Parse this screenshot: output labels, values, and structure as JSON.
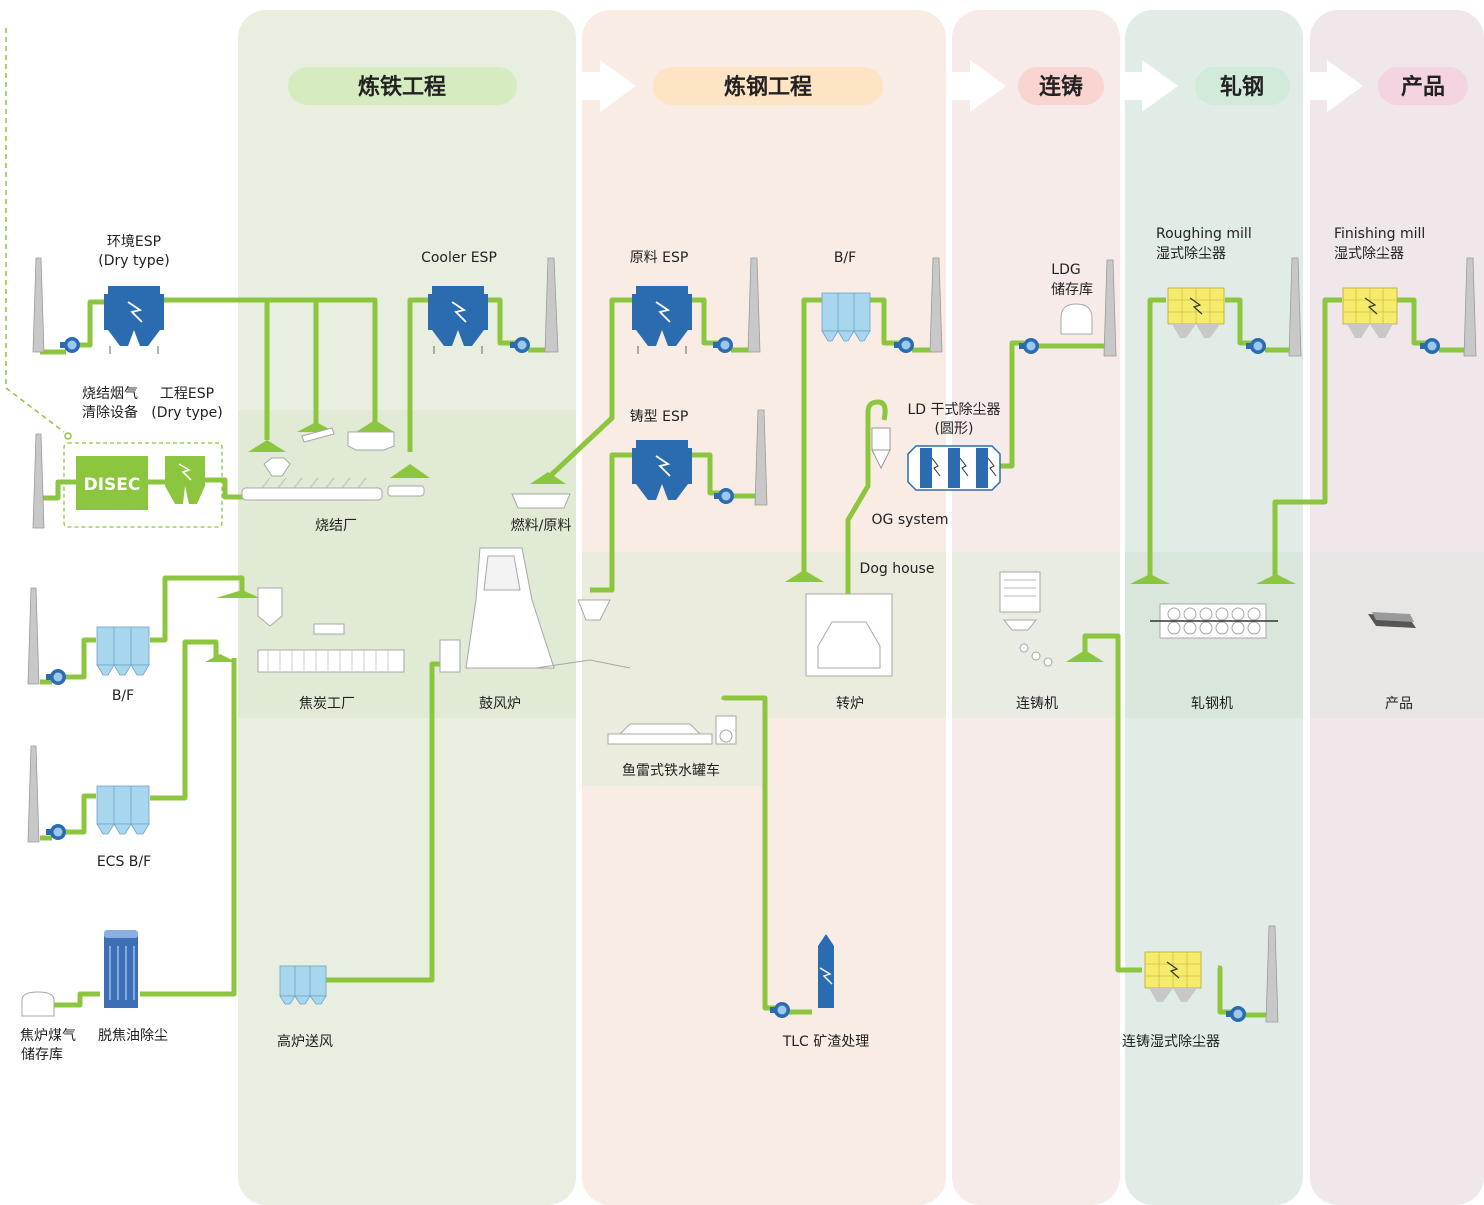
{
  "colors": {
    "pipe": "#8cc63f",
    "esp_blue": "#2b6cb0",
    "bf_blue": "#a9d6ef",
    "wet_yellow": "#f6ec6c",
    "disec_green": "#8cc63f",
    "stack_grey": "#c8c8c8",
    "band_ironmaking": "#e8efe0",
    "band_steelmaking": "#f8ece4",
    "band_casting": "#f6ebe8",
    "band_rolling": "#e2ece6",
    "band_product": "#f0e7ea"
  },
  "stages": [
    {
      "id": "ironmaking",
      "label": "炼铁工程",
      "pill": "#d6ecc0"
    },
    {
      "id": "steelmaking",
      "label": "炼钢工程",
      "pill": "#fde4c4"
    },
    {
      "id": "casting",
      "label": "连铸",
      "pill": "#f9d4d0"
    },
    {
      "id": "rolling",
      "label": "轧钢",
      "pill": "#d2eada"
    },
    {
      "id": "product",
      "label": "产品",
      "pill": "#f4d4e0"
    }
  ],
  "equipment": {
    "env_esp": {
      "line1": "环境ESP",
      "line2": "(Dry type)"
    },
    "cooler_esp": "Cooler ESP",
    "sinter_clean": {
      "line1": "烧结烟气",
      "line2": "清除设备"
    },
    "process_esp": {
      "line1": "工程ESP",
      "line2": "(Dry type)"
    },
    "disec": "DISEC",
    "sinter_plant": "烧结厂",
    "raw_esp": "原料 ESP",
    "fuel_raw": "燃料/原料",
    "casting_esp": "铸型 ESP",
    "bf_top": "B/F",
    "ld_dry": {
      "line1": "LD 干式除尘器",
      "line2": "(圆形)"
    },
    "og_system": "OG system",
    "dog_house": "Dog house",
    "ldg": {
      "line1": "LDG",
      "line2": "储存库"
    },
    "roughing": {
      "line1": "Roughing mill",
      "line2": "湿式除尘器"
    },
    "finishing": {
      "line1": "Finishing mill",
      "line2": "湿式除尘器"
    },
    "bf_left": "B/F",
    "coke_plant": "焦炭工厂",
    "blast_furnace": "鼓风炉",
    "converter": "转炉",
    "caster": "连铸机",
    "rolling_mill": "轧钢机",
    "product": "产品",
    "torpedo": "鱼雷式铁水罐车",
    "ecs_bf": "ECS B/F",
    "coke_gas": {
      "line1": "焦炉煤气",
      "line2": "储存库"
    },
    "tar_removal": "脱焦油除尘",
    "bf_blower": "高炉送风",
    "tlc": "TLC 矿渣处理",
    "caster_wet": "连铸湿式除尘器"
  }
}
